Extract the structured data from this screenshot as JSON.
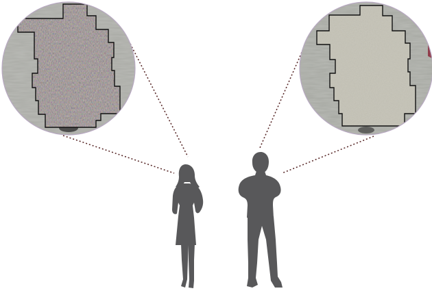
{
  "figure": {
    "background": "#ffffff",
    "silhouette_color": "#58585a",
    "connector_color": "#5a2a2a",
    "circle_border_color": "#b8a9c2"
  },
  "left_view": {
    "icon": "magnified-texture-view",
    "texture": "gray-brown-noisy-region",
    "region_color": "#666563",
    "surround_color": "#a9aaa5",
    "outline_color": "#111111"
  },
  "right_view": {
    "icon": "magnified-texture-view",
    "texture": "uniform-light-region",
    "region_color": "#bfbdb1",
    "surround_color": "#a6a8a2",
    "outline_color": "#111111"
  },
  "people": [
    {
      "icon": "woman-silhouette-icon"
    },
    {
      "icon": "man-silhouette-icon"
    }
  ]
}
